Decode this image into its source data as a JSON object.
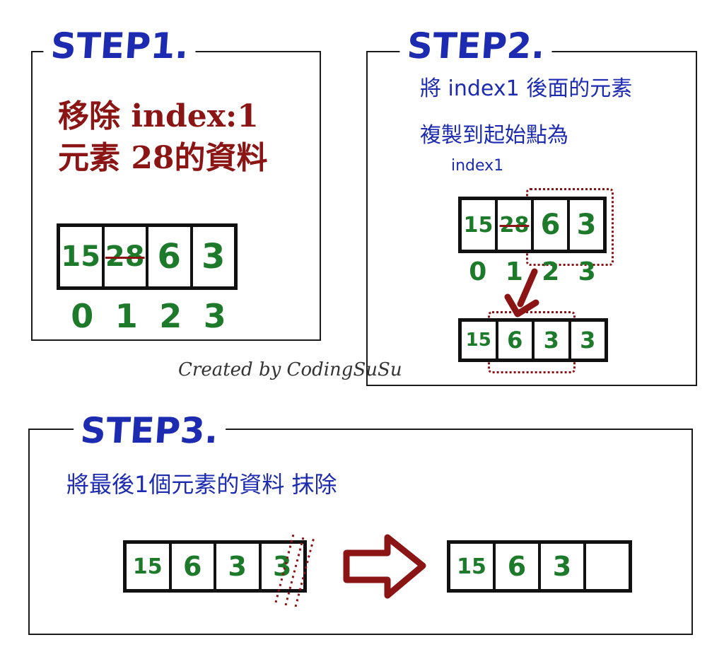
{
  "step1": {
    "title": "STEP1.",
    "note_line1": "移除 index:1",
    "note_line2": "元素 28的資料",
    "array": [
      "15",
      "28",
      "6",
      "3"
    ],
    "indices": [
      "0",
      "1",
      "2",
      "3"
    ]
  },
  "step2": {
    "title": "STEP2.",
    "note_line1": "將 index1 後面的元素",
    "note_line2": "複製到起始點為",
    "note_line3": "index1",
    "array_before": [
      "15",
      "28",
      "6",
      "3"
    ],
    "indices": [
      "0",
      "1",
      "2",
      "3"
    ],
    "array_after": [
      "15",
      "6",
      "3",
      "3"
    ]
  },
  "step3": {
    "title": "STEP3.",
    "note": "將最後1個元素的資料 抹除",
    "array_before": [
      "15",
      "6",
      "3",
      "3"
    ],
    "array_after": [
      "15",
      "6",
      "3",
      ""
    ]
  },
  "credit": "Created by CodingSuSu",
  "colors": {
    "ink": "#1a1a1a",
    "blue": "#1d2bb0",
    "green": "#1d7a2a",
    "red": "#8b1414"
  }
}
